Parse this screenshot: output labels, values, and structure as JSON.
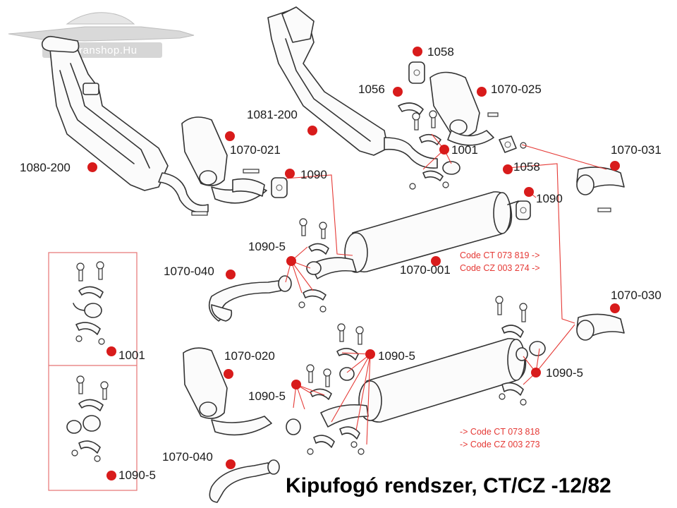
{
  "watermark": {
    "text": "Veteranshop.Hu"
  },
  "title": "Kipufogó rendszer, CT/CZ -12/82",
  "labels": {
    "p1080_200": "1080-200",
    "p1081_200": "1081-200",
    "p1058_top": "1058",
    "p1056": "1056",
    "p1070_025": "1070-025",
    "p1070_021": "1070-021",
    "p1001_top": "1001",
    "p1058_mid": "1058",
    "p1070_031": "1070-031",
    "p1090_a": "1090",
    "p1090_b": "1090",
    "p1090_5_a": "1090-5",
    "p1070_040_a": "1070-040",
    "p1070_001": "1070-001",
    "p1070_030": "1070-030",
    "p1001_box": "1001",
    "p1070_020": "1070-020",
    "p1090_5_b": "1090-5",
    "p1090_5_c": "1090-5",
    "p1090_5_d": "1090-5",
    "p1070_040_b": "1070-040",
    "p1090_5_box": "1090-5"
  },
  "codes": {
    "upper_1": "Code CT 073 819 ->",
    "upper_2": "Code CZ 003 274 ->",
    "lower_1": "-> Code CT 073 818",
    "lower_2": "-> Code CZ 003 273"
  },
  "colors": {
    "marker": "#d81b1b",
    "leader": "#e53935",
    "line": "#333333"
  }
}
